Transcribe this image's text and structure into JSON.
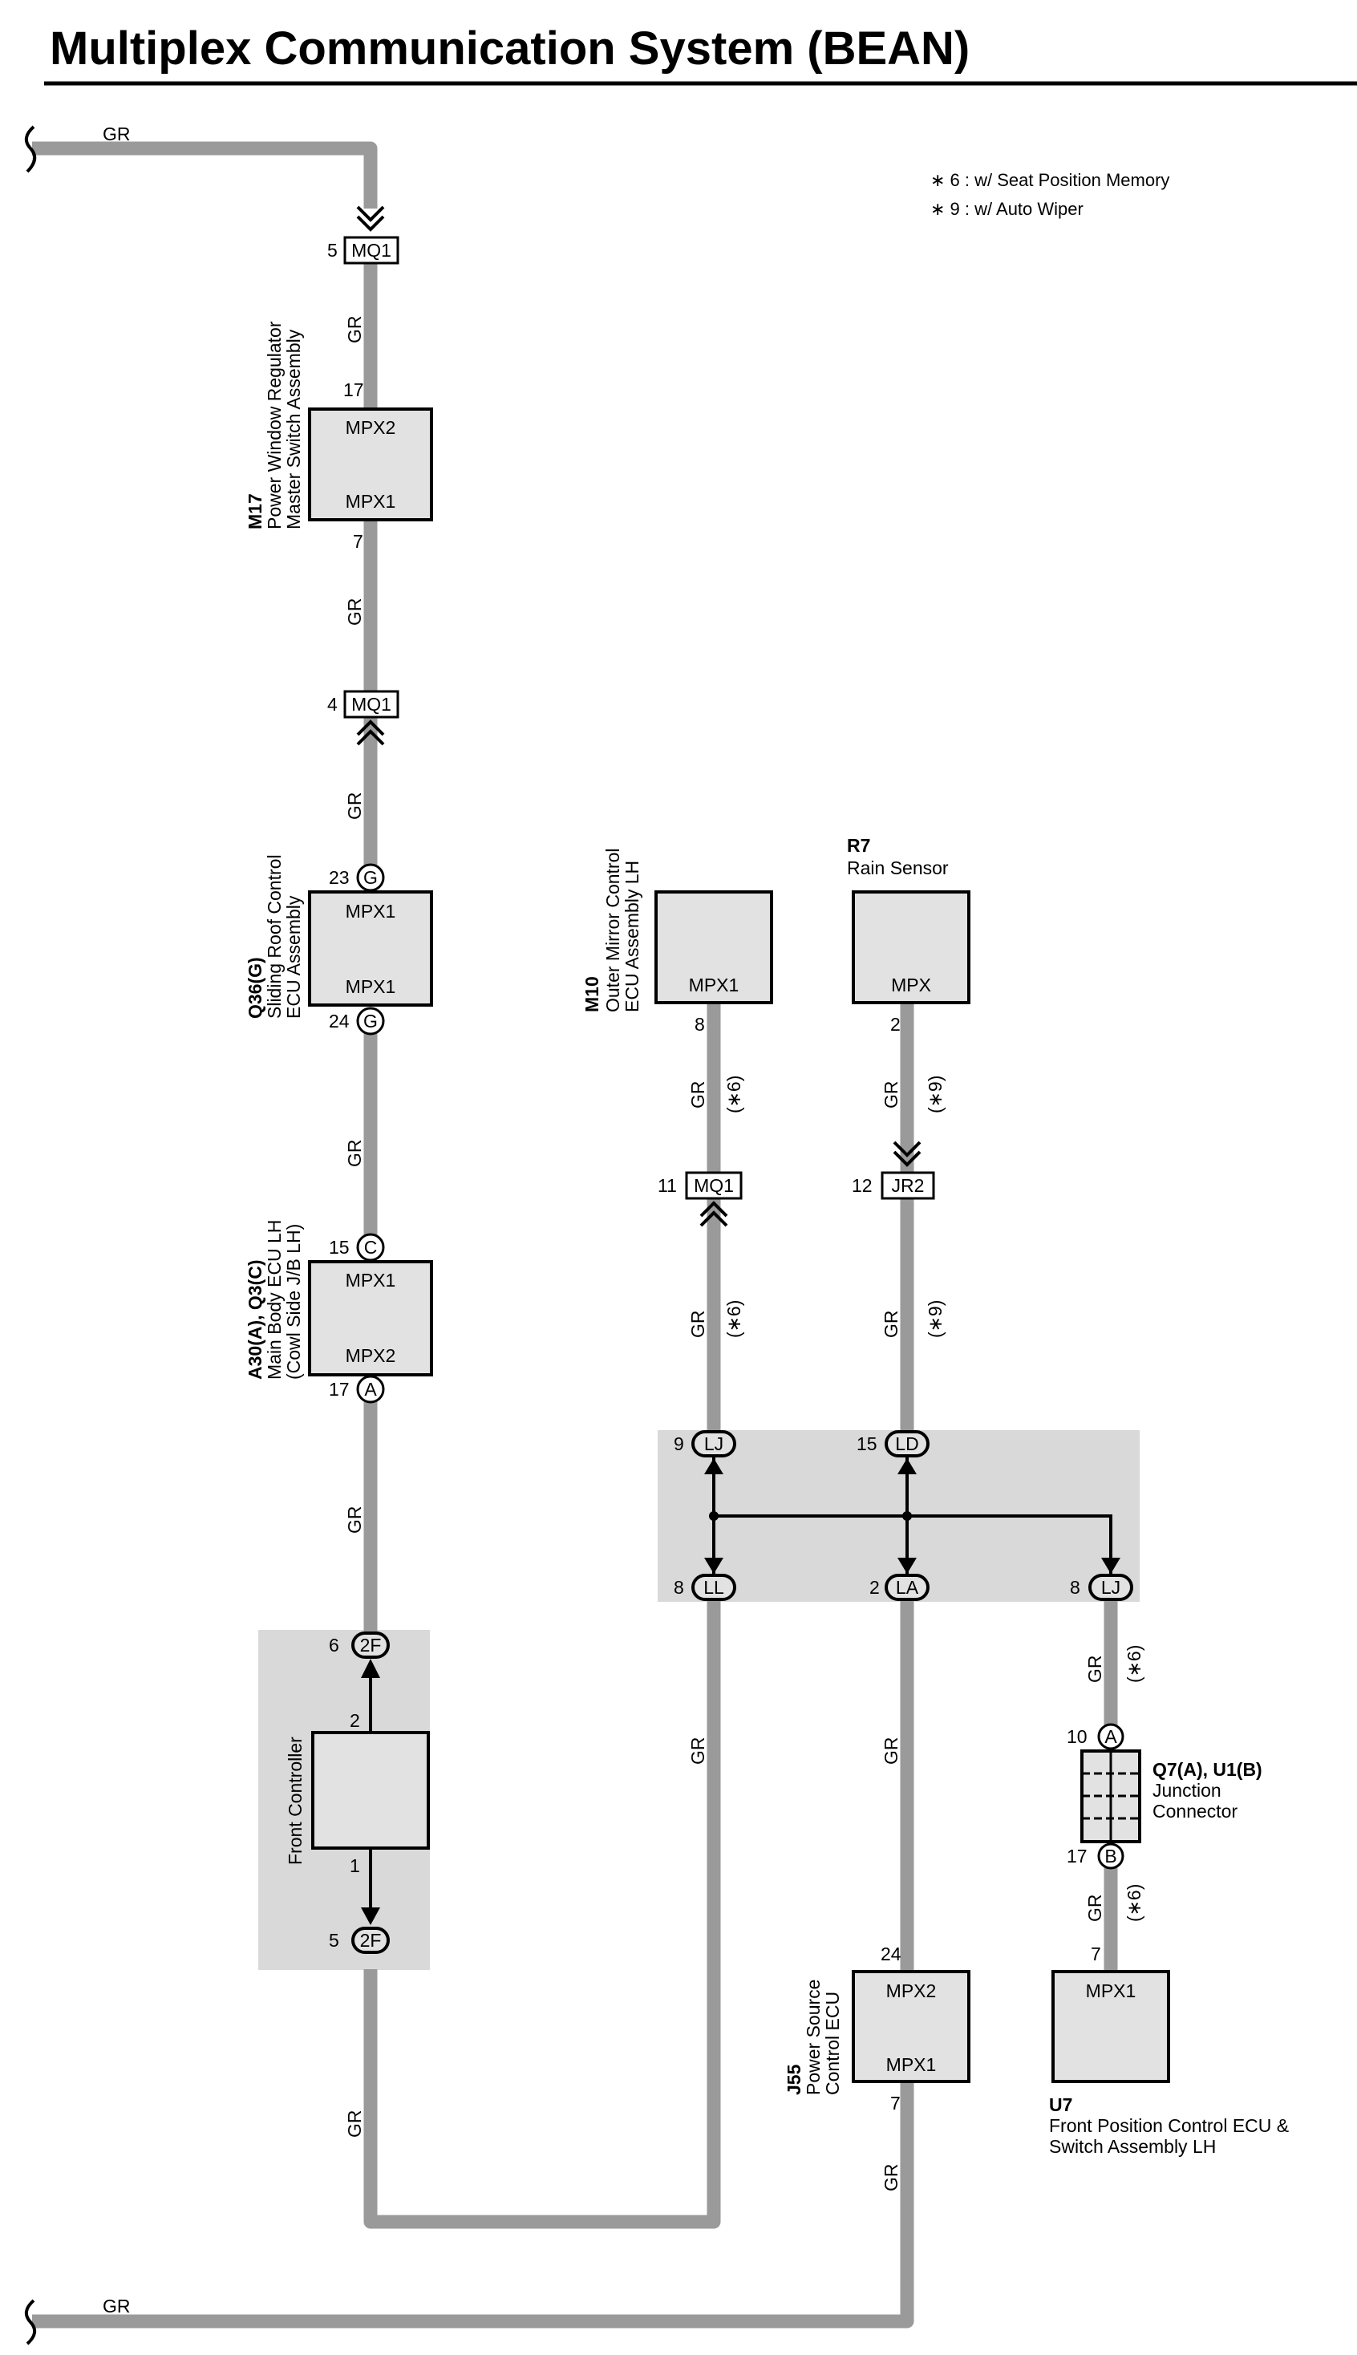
{
  "title": "Multiplex Communication System (BEAN)",
  "notes": [
    "∗ 6 : w/ Seat Position Memory",
    "∗ 9 : w/ Auto Wiper"
  ],
  "wire_color": "GR",
  "opt6": "(∗6)",
  "opt9": "(∗9)",
  "components": {
    "m17": {
      "code": "M17",
      "name1": "Power Window Regulator",
      "name2": "Master Switch Assembly",
      "top": "MPX2",
      "bottom": "MPX1",
      "pin_top": "17",
      "pin_bottom": "7"
    },
    "q36": {
      "code": "Q36(G)",
      "name1": "Sliding Roof Control",
      "name2": "ECU Assembly",
      "top": "MPX1",
      "bottom": "MPX1",
      "pin_top": "23",
      "pin_bottom": "24",
      "conn": "G"
    },
    "a30": {
      "code": "A30(A), Q3(C)",
      "name1": "Main Body ECU LH",
      "name2": "(Cowl Side J/B LH)",
      "top": "MPX1",
      "bottom": "MPX2",
      "pin_top": "15",
      "pin_bottom": "17",
      "conn_top": "C",
      "conn_bottom": "A"
    },
    "front": {
      "name": "Front Controller",
      "pin_top": "2",
      "pin_bottom": "1",
      "conn": "2F",
      "pin_conn_top": "6",
      "pin_conn_bottom": "5"
    },
    "m10": {
      "code": "M10",
      "name1": "Outer Mirror Control",
      "name2": "ECU Assembly LH",
      "label": "MPX1",
      "pin": "8"
    },
    "r7": {
      "code": "R7",
      "name": "Rain Sensor",
      "label": "MPX",
      "pin": "2"
    },
    "j55": {
      "code": "J55",
      "name1": "Power Source",
      "name2": "Control ECU",
      "top": "MPX2",
      "bottom": "MPX1",
      "pin_top": "24",
      "pin_bottom": "7"
    },
    "u7": {
      "code": "U7",
      "name1": "Front Position Control ECU &",
      "name2": "Switch Assembly LH",
      "label": "MPX1",
      "pin": "7"
    },
    "q7": {
      "code": "Q7(A), U1(B)",
      "name1": "Junction",
      "name2": "Connector",
      "pin_top": "10",
      "pin_bottom": "17",
      "conn_top": "A",
      "conn_bottom": "B"
    }
  },
  "connectors": {
    "mq1_a": {
      "label": "MQ1",
      "pin": "5"
    },
    "mq1_b": {
      "label": "MQ1",
      "pin": "4"
    },
    "mq1_c": {
      "label": "MQ1",
      "pin": "11"
    },
    "jr2": {
      "label": "JR2",
      "pin": "12"
    }
  },
  "jb": {
    "lj_top": {
      "label": "LJ",
      "pin": "9"
    },
    "ld_top": {
      "label": "LD",
      "pin": "15"
    },
    "ll": {
      "label": "LL",
      "pin": "8"
    },
    "la": {
      "label": "LA",
      "pin": "2"
    },
    "lj_bot": {
      "label": "LJ",
      "pin": "8"
    }
  },
  "colors": {
    "wire": "#9a9a9a",
    "box": "#e2e2e2",
    "junction_block": "#d9d9d9"
  }
}
